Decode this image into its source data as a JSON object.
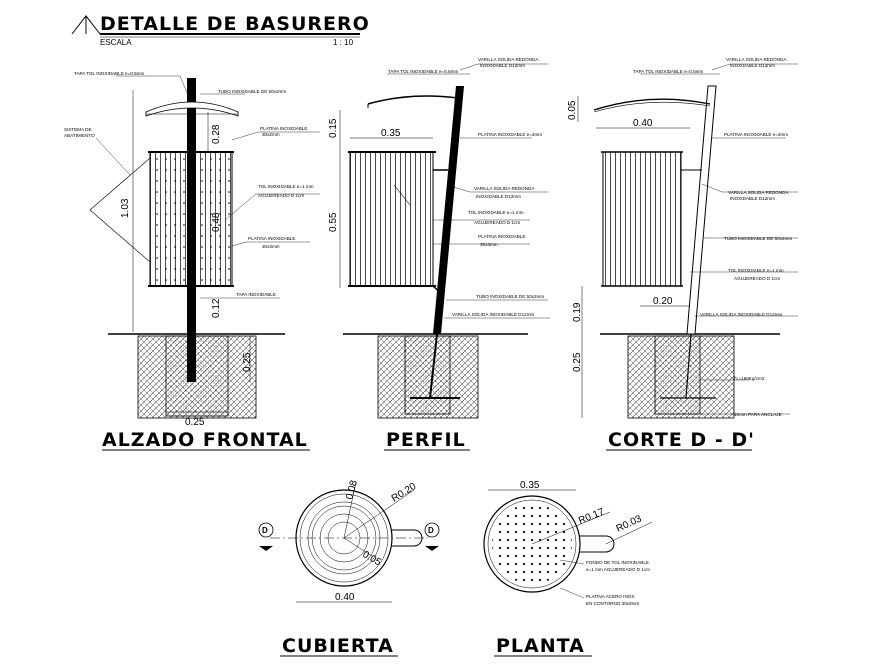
{
  "header": {
    "title": "DETALLE DE BASURERO",
    "scale_label": "ESCALA",
    "scale_value": "1   :   10"
  },
  "views": {
    "frontal": {
      "title": "ALZADO FRONTAL",
      "notes": {
        "tapa": "TAPA TOL INOXIDABLE e=0.5mm",
        "tubo": "TUBO INOXIDABLE DE 50x2mm",
        "sistema": [
          "SISTEMA DE",
          "ABATIMIENTO"
        ],
        "platina_1": [
          "PLATINA INOXIDABLE",
          "30x2mm"
        ],
        "tol": [
          "TOL INOXIDABLE e=1 mm",
          "AGUJEREADO D 1cm"
        ],
        "platina_2": [
          "PLATINA INOXIDABLE",
          "30x3mm"
        ],
        "tapa_inox": "TAPA INOXIDABLE"
      },
      "dims": {
        "d1": "0.28",
        "d2": "1.03",
        "d3": "0.48",
        "d4": "0.12",
        "d5": "0.25",
        "d6": "0.25"
      }
    },
    "perfil": {
      "title": "PERFIL",
      "notes": {
        "tapa": "TAPA TOL INOXIDABLE e=0.5mm",
        "varilla": [
          "VARILLA SOLIDA REDONDA",
          "INOXIDABLE D12mm"
        ],
        "platina": "PLATINA INOXIDABLE e=3mm",
        "varilla_2": [
          "VARILLA SOLIDA REDONDA",
          "INOXIDABLE D12mm"
        ],
        "tol": [
          "TOL INOXIDABLE e=1 mm",
          "AGUJEREADO D 1cm"
        ],
        "platina_2": [
          "PLATINA INOXIDABLE",
          "30x3mm"
        ],
        "tubo": "TUBO INOXIDABLE DE 50x2mm",
        "varilla_3": "VARILLA SOLIDA  INOXIDABLE D12mm"
      },
      "dims": {
        "w": "0.35",
        "h1": "0.15",
        "h2": "0.55"
      }
    },
    "corte": {
      "title": "CORTE D - D'",
      "notes": {
        "tapa": "TAPA TOL INOXIDABLE e=0.5mm",
        "varilla": [
          "VARILLA SOLIDA REDONDA",
          "INOXIDABLE D12mm"
        ],
        "platina": "PLATINA  INOXIDABLE e=3mm",
        "varilla_2": [
          "VARILLA SOLIDA REDONDA",
          "INOXIDABLE D12mm"
        ],
        "tubo": "TUBO INOXIDABLE DE 50x2mm",
        "tol": [
          "TOL INOXIDABLE e=1 mm",
          "AGUJEREADO D 1cm"
        ],
        "varilla_3": "VARILLA SOLIDA  INOXIDABLE D12mm",
        "concrete": "f'c=180Kg/cm2",
        "anclaje": "10mm PARA ANCLAJE"
      },
      "dims": {
        "h_top": "0.05",
        "w": "0.40",
        "w2": "0.20",
        "h1": "0.19",
        "h2": "0.25"
      }
    },
    "cubierta": {
      "title": "CUBIERTA",
      "dims": {
        "r1": "0.08",
        "r2": "R0.20",
        "r3": "0.05",
        "w": "0.40"
      },
      "section_mark": "D"
    },
    "planta": {
      "title": "PLANTA",
      "notes": {
        "fondo": [
          "FONDO DE TOL INOXIDABLE",
          "e=1 mm AGUJEREADO D 1cm"
        ],
        "platina": [
          "PLATINA ACERO INOX.",
          "EN CONTORNO 30x3mm"
        ]
      },
      "dims": {
        "w": "0.35",
        "r1": "R0.17",
        "r2": "R0.03"
      }
    }
  }
}
